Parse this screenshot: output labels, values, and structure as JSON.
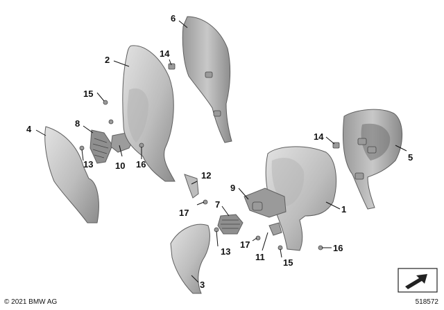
{
  "diagram": {
    "callouts": [
      "1",
      "2",
      "3",
      "4",
      "5",
      "6",
      "7",
      "8",
      "9",
      "10",
      "11",
      "12",
      "13",
      "13",
      "14",
      "14",
      "15",
      "15",
      "16",
      "16",
      "17",
      "17"
    ],
    "copyright": "© 2021 BMW AG",
    "diagram_number": "518572"
  },
  "colors": {
    "part_fill": "#c9c9c9",
    "part_shadow": "#8a8a8a",
    "text": "#111111"
  }
}
